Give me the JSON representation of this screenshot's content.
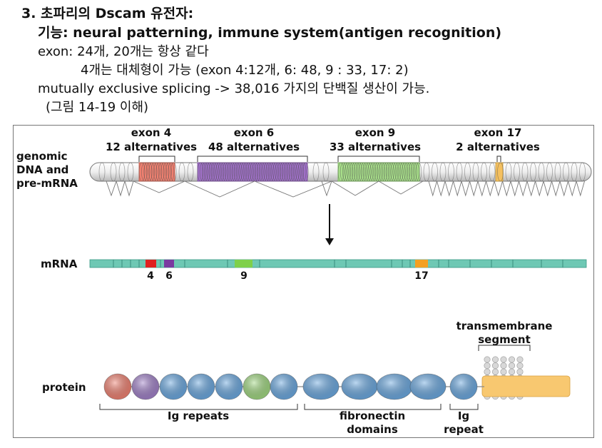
{
  "slide": {
    "heading": "3. 초파리의 Dscam 유전자:",
    "function_line": "기능: neural patterning, immune system(antigen recognition)",
    "exon_line": "exon: 24개,  20개는 항상 같다",
    "alt_line": "4개는 대체형이 가능 (exon 4:12개, 6: 48, 9 : 33, 17: 2)",
    "splicing_line": "mutually exclusive splicing -> 38,016 가지의 단백질 생산이 가능.",
    "reference_line": "(그림 14-19 이해)"
  },
  "figure": {
    "genomic_label": [
      "genomic",
      "DNA and",
      "pre-mRNA"
    ],
    "exon_groups": [
      {
        "name": "exon 4",
        "alternatives": "12 alternatives",
        "color": "#f08070"
      },
      {
        "name": "exon 6",
        "alternatives": "48 alternatives",
        "color": "#a070c8"
      },
      {
        "name": "exon 9",
        "alternatives": "33 alternatives",
        "color": "#a8e08a"
      },
      {
        "name": "exon 17",
        "alternatives": "2 alternatives",
        "color": "#f4c060"
      }
    ],
    "mrna_label": "mRNA",
    "mrna_marks": [
      "4",
      "6",
      "9",
      "17"
    ],
    "mrna_colors": {
      "body": "#6ec8b4",
      "exon4": "#e02020",
      "exon6": "#7a3aa0",
      "exon9": "#7ed04a",
      "exon17": "#f4a020"
    },
    "protein_label": "protein",
    "transmembrane_label": [
      "transmembrane",
      "segment"
    ],
    "domain_labels": {
      "ig_repeats": "Ig repeats",
      "fibronectin": [
        "fibronectin",
        "domains"
      ],
      "ig_repeat": [
        "Ig",
        "repeat"
      ]
    },
    "domain_colors": {
      "ig": "#6aa8e0",
      "red": "#f08070",
      "purple": "#a080c8",
      "green": "#a0d880",
      "tm": "#f8c870",
      "membrane": "#d8d8d8"
    }
  }
}
